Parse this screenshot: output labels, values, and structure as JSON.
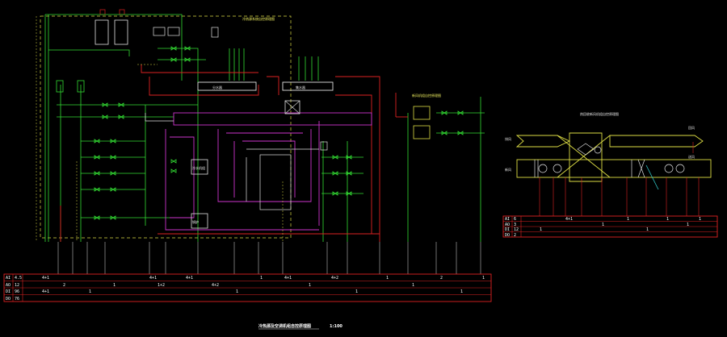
{
  "drawing": {
    "main_title": "冷热源及空调机组自控原理图",
    "main_scale": "1:100",
    "left_upper_title": "冷热源系统自控原理图",
    "right_upper_title": "新风机组自控原理图",
    "right_main_title": "热回收新风机组自控原理图",
    "tags": {
      "header_left": "分水器",
      "header_right": "集水器",
      "fresh_air": "新风",
      "exhaust_air": "排风",
      "supply_air": "送风",
      "return_air": "回风",
      "chiller": "冷水机组",
      "boiler": "锅炉"
    }
  },
  "io_table_main": {
    "row_labels": [
      "AI",
      "AO",
      "DI",
      "DO"
    ],
    "first_values": [
      "4.5",
      "12",
      "96",
      "76"
    ],
    "cells": [
      "4+1",
      "2",
      "4+1",
      "1",
      "1",
      "4+1",
      "1+2",
      "4+1",
      "4+2",
      "1",
      "1",
      "4+1",
      "1",
      "4+2",
      "1",
      "1",
      "1",
      "2",
      "1",
      "1"
    ]
  },
  "io_table_right": {
    "row_labels": [
      "AI",
      "AO",
      "DI",
      "DO"
    ],
    "first_values": [
      "6",
      "3",
      "12",
      "2"
    ],
    "cells": [
      "1",
      "4+1",
      "1",
      "1",
      "1",
      "1",
      "1",
      "1"
    ]
  },
  "colors": {
    "background": "#000000",
    "pipe_green": "#33dd33",
    "pipe_red": "#dd2222",
    "pipe_magenta": "#cc33cc",
    "pipe_yellow": "#dddd44",
    "pipe_white": "#e0e0e0",
    "pipe_cyan": "#33cccc",
    "table_border": "#dd2222"
  }
}
